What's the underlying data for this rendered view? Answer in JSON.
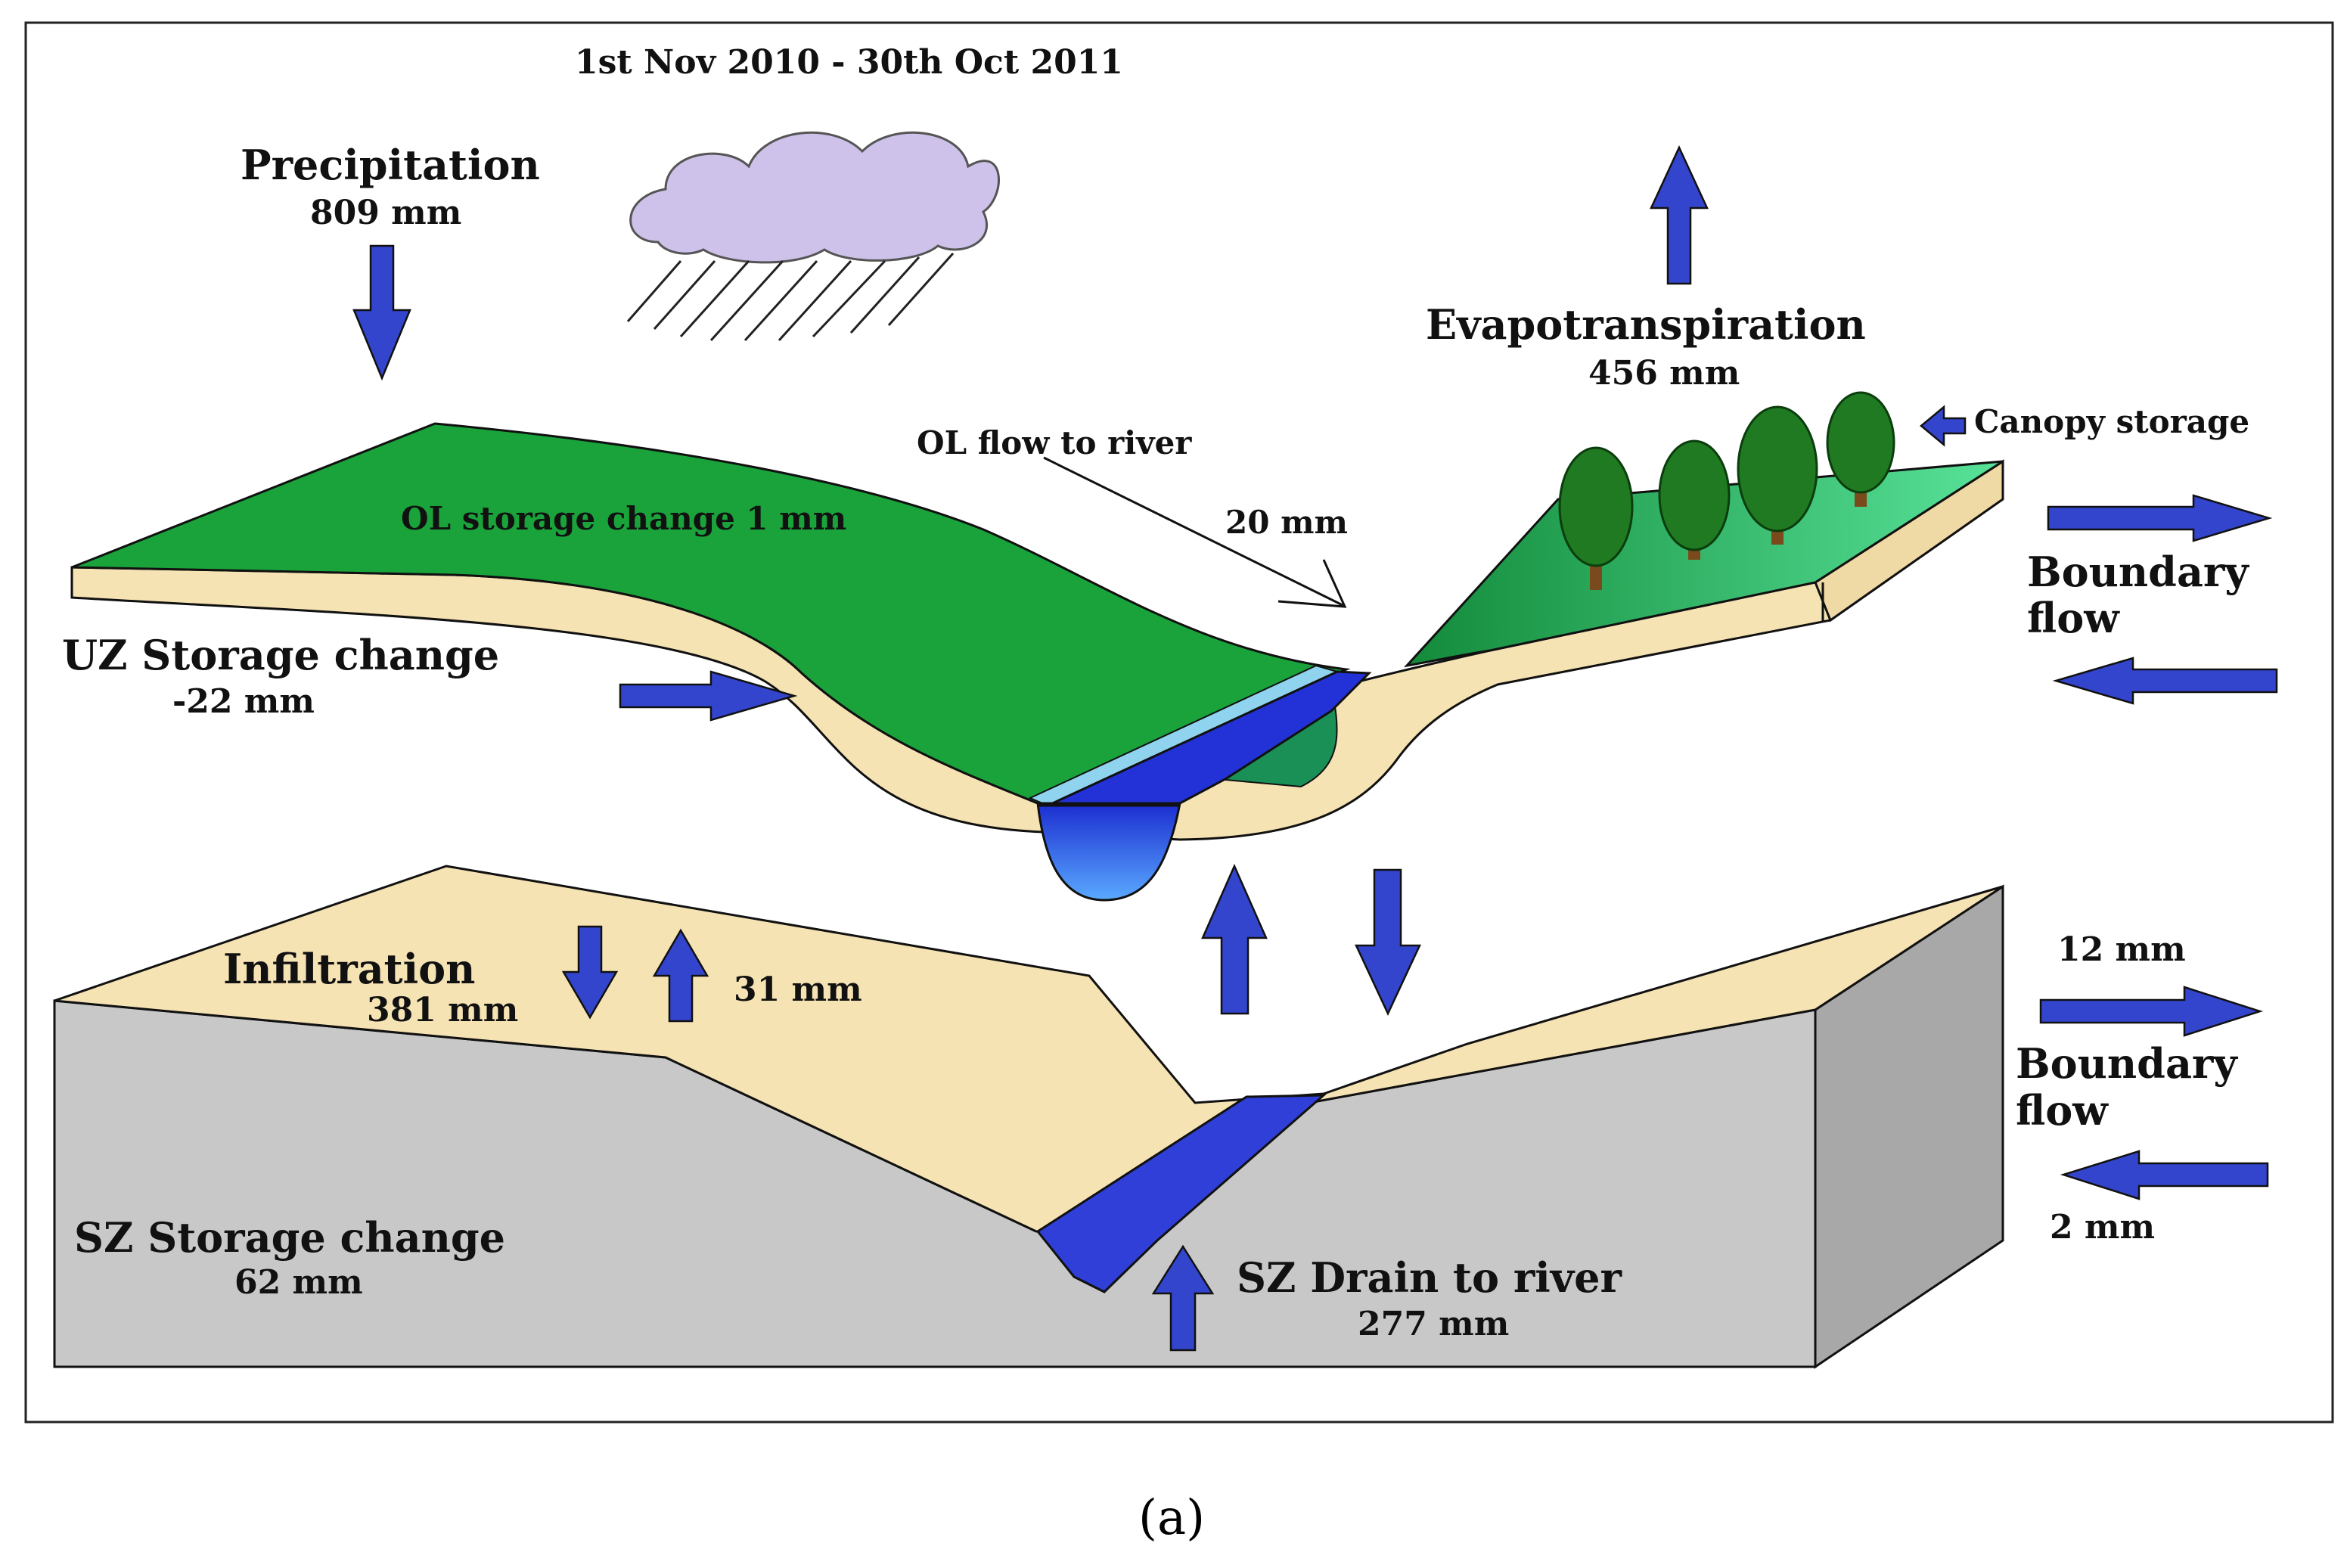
{
  "period": "1st Nov 2010 - 30th Oct 2011",
  "labels": {
    "precipitation": "Precipitation",
    "precipitation_value": "809 mm",
    "evapotranspiration": "Evapotranspiration",
    "evapotranspiration_value": "456 mm",
    "canopy_storage": "Canopy storage",
    "ol_flow_to_river": "OL flow to river",
    "ol_flow_value": "20 mm",
    "ol_storage_change": "OL storage change 1 mm",
    "uz_storage_change": "UZ Storage change",
    "uz_storage_value": "-22 mm",
    "boundary_flow_upper_1": "Boundary",
    "boundary_flow_upper_2": "flow",
    "infiltration": "Infiltration",
    "infiltration_value": "381 mm",
    "exfiltration_value": "31 mm",
    "boundary_in_value": "12 mm",
    "boundary_flow_lower_1": "Boundary",
    "boundary_flow_lower_2": "flow",
    "boundary_out_value": "2 mm",
    "sz_storage_change": "SZ Storage change",
    "sz_storage_value": "62 mm",
    "sz_drain": "SZ Drain to river",
    "sz_drain_value": "277 mm"
  },
  "caption": "(a)",
  "colors": {
    "ground_green": "#1aa33a",
    "soil": "#f6e3b4",
    "river": "#2f3fd8",
    "bedrock": "#c6c6c6",
    "arrow": "#3345cc",
    "cloud": "#cfc2ea"
  }
}
